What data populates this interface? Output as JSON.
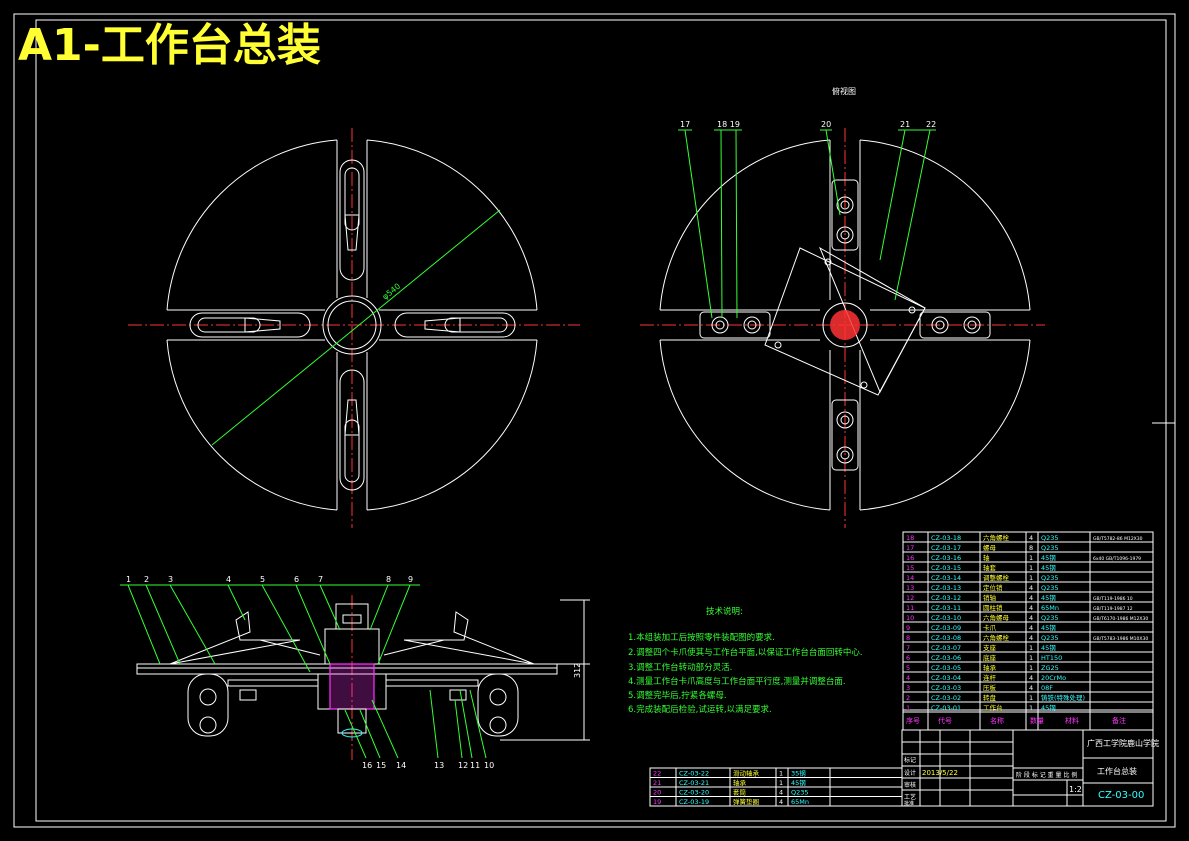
{
  "title": "A1-工作台总装",
  "front_view": {
    "diameter_label": "φ540"
  },
  "side_view": {
    "label": "俯视图",
    "callouts": [
      "17",
      "18 19",
      "20",
      "21",
      "22"
    ]
  },
  "section_view": {
    "callouts_top": [
      "1",
      "2",
      "3",
      "4",
      "5",
      "6",
      "7",
      "8",
      "9"
    ],
    "callouts_bottom": [
      "16",
      "15",
      "14",
      "13",
      "12",
      "11",
      "10"
    ],
    "height_label": "312"
  },
  "tech_notes": {
    "heading": "技术说明:",
    "items": [
      "1.本组装加工后按照零件装配图的要求.",
      "2.调整四个卡爪使其与工作台平面,以保证工作台台面回转中心.",
      "3.调整工作台转动部分灵活.",
      "4.测量工作台卡爪高度与工作台面平行度,测量并调整台面.",
      "5.调整完毕后,拧紧各螺母.",
      "6.完成装配后检验,试运转,以满足要求."
    ]
  },
  "parts_list": {
    "header": [
      "序号",
      "代号",
      "名称",
      "数量",
      "材料",
      "备注"
    ],
    "rows": [
      [
        "18",
        "CZ-03-18",
        "六角螺栓",
        "4",
        "Q235",
        "GB/T5782-86 M12X30"
      ],
      [
        "17",
        "CZ-03-17",
        "螺母",
        "8",
        "Q235",
        ""
      ],
      [
        "16",
        "CZ-03-16",
        "轴",
        "1",
        "45钢",
        "6x40 GB/T1096-1979"
      ],
      [
        "15",
        "CZ-03-15",
        "轴套",
        "1",
        "45钢",
        ""
      ],
      [
        "14",
        "CZ-03-14",
        "调整螺栓",
        "1",
        "Q235",
        ""
      ],
      [
        "13",
        "CZ-03-13",
        "定位销",
        "4",
        "Q235",
        ""
      ],
      [
        "12",
        "CZ-03-12",
        "销轴",
        "4",
        "45钢",
        "GB/T119-1986 10"
      ],
      [
        "11",
        "CZ-03-11",
        "圆柱销",
        "4",
        "65Mn",
        "GB/T119-1987 12"
      ],
      [
        "10",
        "CZ-03-10",
        "六角螺母",
        "4",
        "Q235",
        "GB/T6170-1986 M12X30"
      ],
      [
        "9",
        "CZ-03-09",
        "卡爪",
        "4",
        "45钢",
        ""
      ],
      [
        "8",
        "CZ-03-08",
        "六角螺栓",
        "4",
        "Q235",
        "GB/T5783-1986 M10X30"
      ],
      [
        "7",
        "CZ-03-07",
        "支座",
        "1",
        "45钢",
        ""
      ],
      [
        "6",
        "CZ-03-06",
        "底座",
        "1",
        "HT150",
        ""
      ],
      [
        "5",
        "CZ-03-05",
        "轴承",
        "1",
        "ZG25",
        ""
      ],
      [
        "4",
        "CZ-03-04",
        "连杆",
        "4",
        "20CrMo",
        ""
      ],
      [
        "3",
        "CZ-03-03",
        "压板",
        "4",
        "08F",
        ""
      ],
      [
        "2",
        "CZ-03-02",
        "转盘",
        "1",
        "铸铁(特殊处理)",
        ""
      ],
      [
        "1",
        "CZ-03-01",
        "工作台",
        "1",
        "45钢",
        ""
      ]
    ]
  },
  "bottom_parts": [
    [
      "22",
      "CZ-03-22",
      "滑动轴承",
      "1",
      "35钢"
    ],
    [
      "21",
      "CZ-03-21",
      "轴承",
      "1",
      "45钢"
    ],
    [
      "20",
      "CZ-03-20",
      "套筒",
      "4",
      "Q235"
    ],
    [
      "19",
      "CZ-03-19",
      "弹簧垫圈",
      "4",
      "65Mn"
    ]
  ],
  "title_block": {
    "school": "广西工学院鹿山学院",
    "drawing_name": "工作台总装",
    "drawing_no": "CZ-03-00",
    "scale": "1:2",
    "stage_header": "阶 段 标 记   重 量   比 例",
    "row_labels": [
      "标记",
      "设计",
      "审核",
      "工艺",
      "批准"
    ],
    "date": "2013/5/22"
  }
}
